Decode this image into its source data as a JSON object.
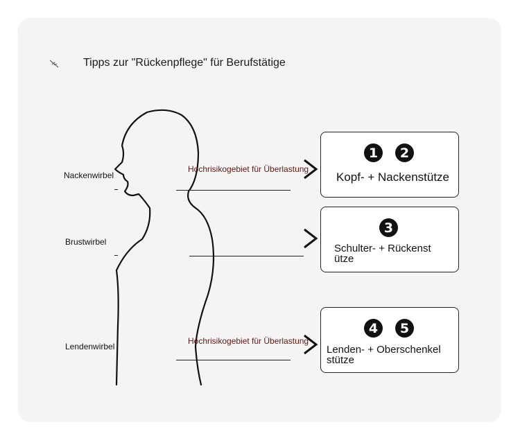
{
  "title": "Tipps zur \"Rückenpflege\" für Berufstätige",
  "regions": [
    {
      "label": "Nackenwirbel"
    },
    {
      "label": "Brustwirbel"
    },
    {
      "label": "Lendenwirbel"
    }
  ],
  "risk_labels": [
    "Hochrisikogebiet für Überlastung",
    "Hochrisikogebiet für Überlastung"
  ],
  "boxes": [
    {
      "badges": [
        "1",
        "2"
      ],
      "label": "Kopf- + Nackenstütze"
    },
    {
      "badges": [
        "3"
      ],
      "label": "Schulter- + Rückenst\nütze"
    },
    {
      "badges": [
        "4",
        "5"
      ],
      "label": "Lenden- + Oberschenkel\nstütze"
    }
  ],
  "colors": {
    "background": "#f5f4f3",
    "risk_text": "#5a1a14",
    "badge": "#111111"
  },
  "icons": [
    "sparkle-icon",
    "arrow-right-icon"
  ]
}
